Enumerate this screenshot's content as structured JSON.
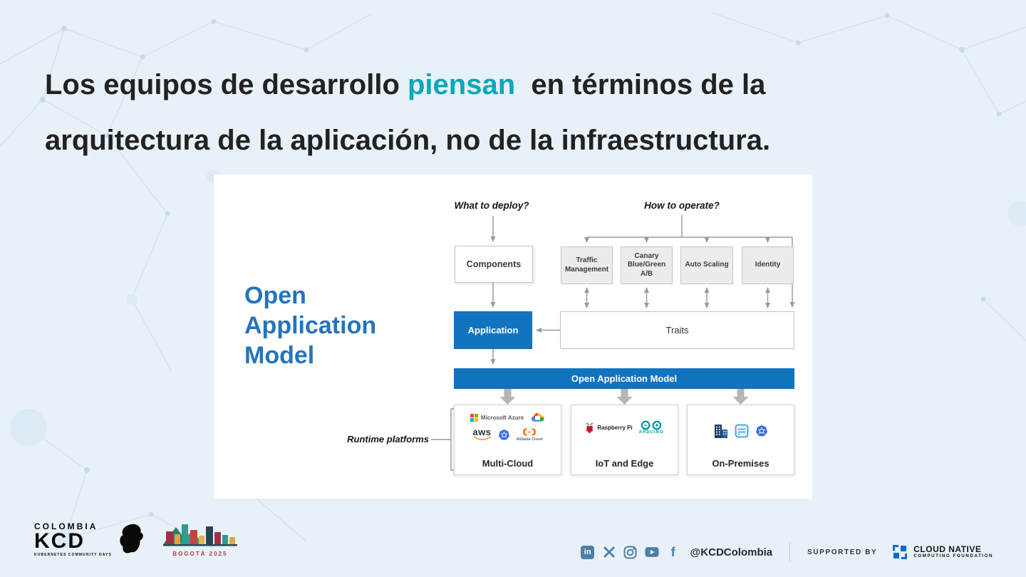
{
  "title": {
    "part1": "Los equipos de desarrollo ",
    "highlight": "piensan",
    "part2": "  en términos de la",
    "line2": "arquitectura de la aplicación, no de la infraestructura.",
    "highlight_color": "#0BA7BA",
    "text_color": "#222222"
  },
  "diagram": {
    "deploy_question": "What to deploy?",
    "operate_question": "How to operate?",
    "components_label": "Components",
    "operate_boxes": [
      "Traffic Management",
      "Canary Blue/Green A/B",
      "Auto Scaling",
      "Identity"
    ],
    "application_label": "Application",
    "traits_label": "Traits",
    "banner_label": "Open Application Model",
    "brand_text": "Open Application Model",
    "runtime_label": "Runtime platforms",
    "accent_blue": "#1273BF",
    "platforms": {
      "multicloud": {
        "label": "Multi-Cloud",
        "azure_label": "Microsoft Azure",
        "aws_label": "aws",
        "alibaba_label": "Alibaba Cloud"
      },
      "iot": {
        "label": "IoT and Edge",
        "raspberry_label": "Raspberry Pi",
        "arduino_label": "ARDUINO"
      },
      "onprem": {
        "label": "On-Premises"
      }
    }
  },
  "footer": {
    "kcd": {
      "country": "COLOMBIA",
      "brand": "KCD",
      "tagline": "KUBERNETES COMMUNITY DAYS",
      "city": "BOGOTÁ 2025"
    },
    "handle": "@KCDColombia",
    "supported_by": "SUPPORTED BY",
    "cncf_line1": "CLOUD NATIVE",
    "cncf_line2": "COMPUTING FOUNDATION",
    "social_icons": [
      "linkedin",
      "x",
      "instagram",
      "youtube",
      "facebook"
    ],
    "linkedin_glyph": "in",
    "facebook_glyph": "f"
  }
}
